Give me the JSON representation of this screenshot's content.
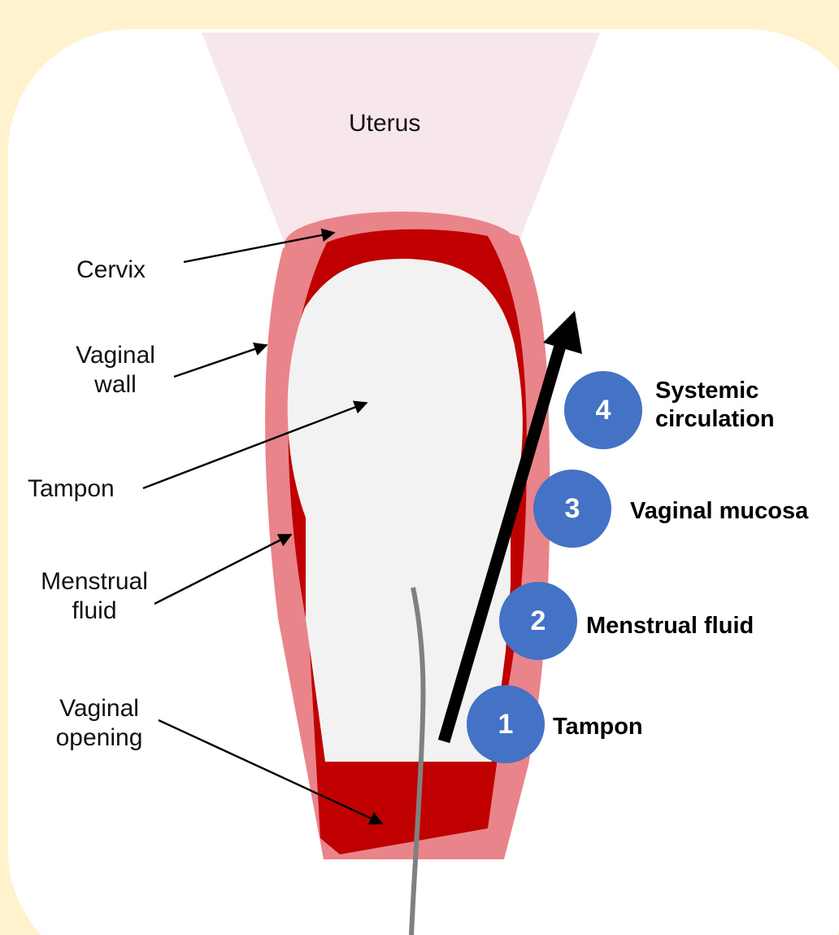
{
  "anatomy_labels": {
    "uterus": "Uterus",
    "cervix": "Cervix",
    "vaginal_wall_line1": "Vaginal",
    "vaginal_wall_line2": "wall",
    "tampon": "Tampon",
    "menstrual_fluid_line1": "Menstrual",
    "menstrual_fluid_line2": "fluid",
    "vaginal_opening_line1": "Vaginal",
    "vaginal_opening_line2": "opening"
  },
  "steps": [
    {
      "number": "1",
      "label": "Tampon"
    },
    {
      "number": "2",
      "label": "Menstrual fluid"
    },
    {
      "number": "3",
      "label": "Vaginal mucosa"
    },
    {
      "number": "4",
      "label_line1": "Systemic",
      "label_line2": "circulation"
    }
  ],
  "colors": {
    "background": "#fff2cc",
    "panel": "#ffffff",
    "uterus_fill": "#f7e6ea",
    "vaginal_wall": "#e9858a",
    "menstrual_fluid": "#c00000",
    "tampon": "#f2f2f2",
    "string": "#808080",
    "step_badge": "#4472c4",
    "flow_arrow": "#000000"
  }
}
